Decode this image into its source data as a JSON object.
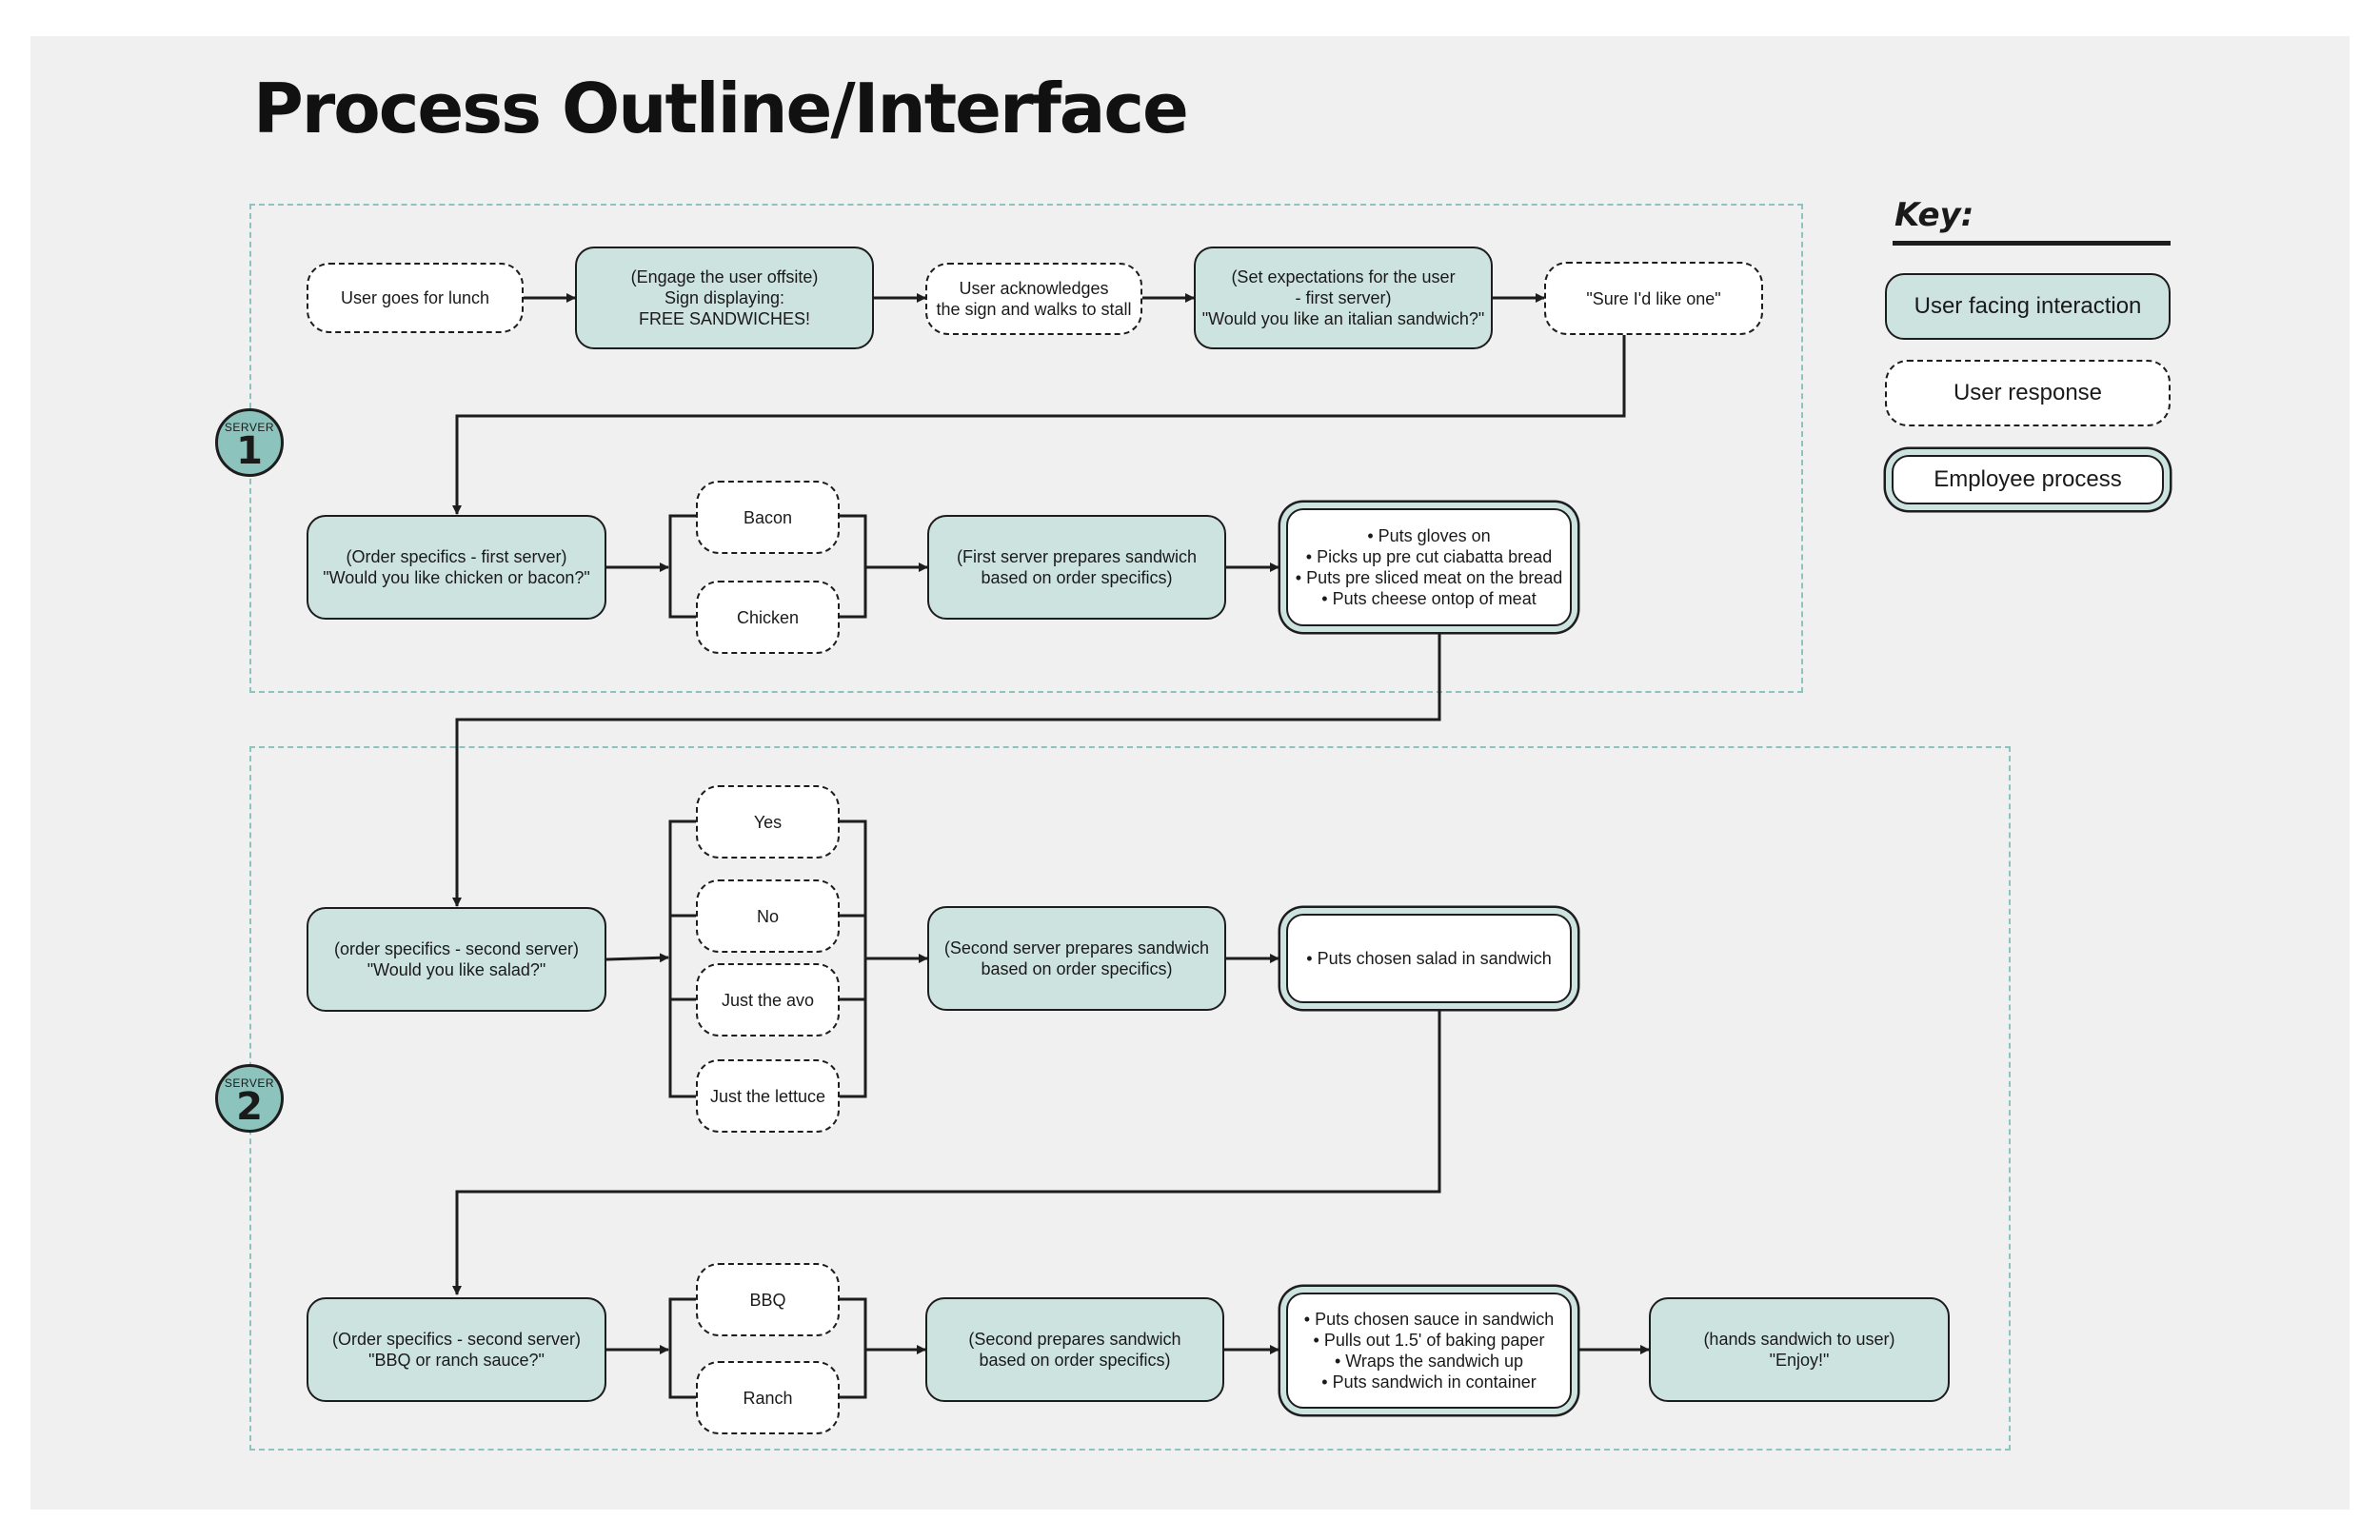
{
  "title": "Process Outline/Interface",
  "colors": {
    "background": "#f0f0f0",
    "interaction_fill": "#cde3df",
    "zone_border": "#8cc3bc",
    "stroke": "#1d1d1d"
  },
  "key": {
    "title": "Key:",
    "interaction": "User facing interaction",
    "response": "User response",
    "employee": "Employee process"
  },
  "badges": {
    "server1": {
      "label": "SERVER",
      "number": "1"
    },
    "server2": {
      "label": "SERVER",
      "number": "2"
    }
  },
  "nodes": {
    "lunch": [
      "User goes for lunch"
    ],
    "engage": [
      "(Engage the user offsite)",
      "Sign displaying:",
      "FREE SANDWICHES!"
    ],
    "acknowledge": [
      "User acknowledges",
      "the sign and walks to stall"
    ],
    "expectations": [
      "(Set expectations for the user",
      "- first server)",
      "\"Would you like an italian sandwich?\""
    ],
    "sure": [
      "\"Sure I'd like one\""
    ],
    "order1": [
      "(Order specifics - first server)",
      "\"Would you like chicken or bacon?\""
    ],
    "bacon": [
      "Bacon"
    ],
    "chicken": [
      "Chicken"
    ],
    "prep1": [
      "(First server prepares sandwich",
      "based on order specifics)"
    ],
    "steps1": [
      "• Puts gloves on",
      "• Picks up  pre cut ciabatta bread",
      "• Puts pre sliced meat on the bread",
      "• Puts cheese ontop of meat"
    ],
    "order2": [
      "(order specifics - second server)",
      "\"Would you like salad?\""
    ],
    "yes": [
      "Yes"
    ],
    "no": [
      "No"
    ],
    "avo": [
      "Just the avo"
    ],
    "lettuce": [
      "Just the lettuce"
    ],
    "prep2": [
      "(Second server prepares sandwich",
      "based on order specifics)"
    ],
    "steps2": [
      "• Puts chosen salad in sandwich"
    ],
    "order3": [
      "(Order specifics - second server)",
      "\"BBQ or ranch sauce?\""
    ],
    "bbq": [
      "BBQ"
    ],
    "ranch": [
      "Ranch"
    ],
    "prep3": [
      "(Second prepares sandwich",
      "based on order specifics)"
    ],
    "steps3": [
      "• Puts chosen sauce in sandwich",
      "• Pulls out 1.5' of baking paper",
      "• Wraps the sandwich up",
      "• Puts sandwich in container"
    ],
    "hand": [
      "(hands sandwich to user)",
      "\"Enjoy!\""
    ]
  }
}
